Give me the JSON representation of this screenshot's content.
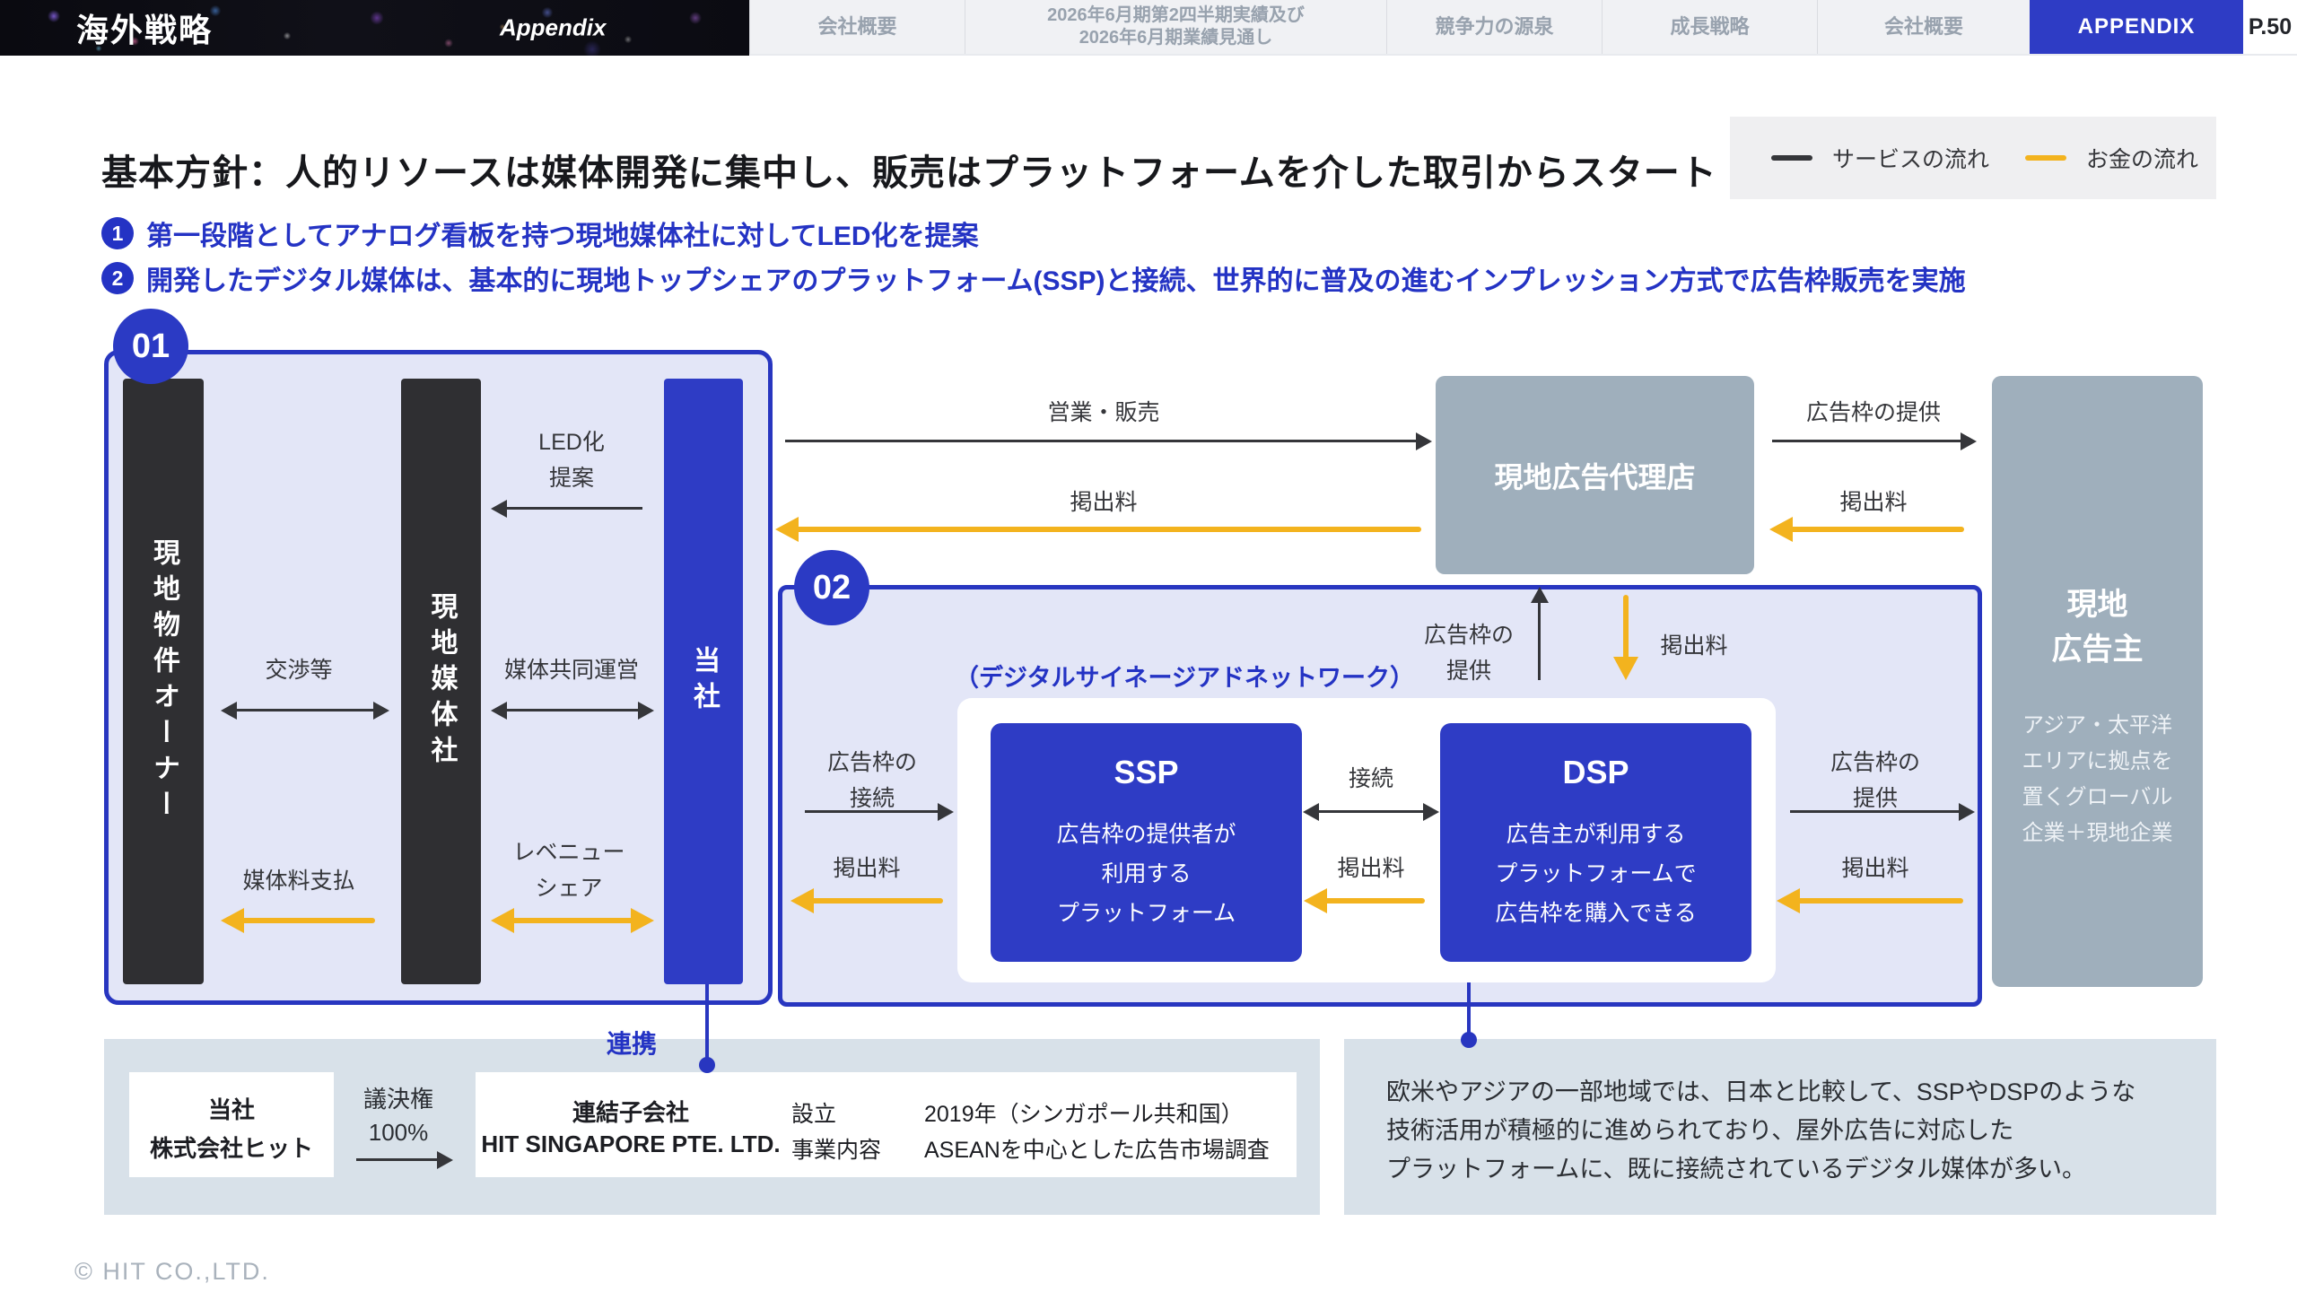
{
  "header": {
    "brand": "海外戦略",
    "brand_sub": "Appendix",
    "tabs": [
      {
        "label": "会社概要"
      },
      {
        "label_line1": "2026年6月期第2四半期実績及び",
        "label_line2": "2026年6月期業績見通し"
      },
      {
        "label": "競争力の源泉"
      },
      {
        "label": "成長戦略"
      },
      {
        "label": "会社概要"
      },
      {
        "label": "APPENDIX",
        "active": true
      }
    ],
    "page": "P.50"
  },
  "title": "基本方針：人的リソースは媒体開発に集中し、販売はプラットフォームを介した取引からスタート",
  "bullets": [
    {
      "num": "1",
      "text": "第一段階としてアナログ看板を持つ現地媒体社に対してLED化を提案"
    },
    {
      "num": "2",
      "text": "開発したデジタル媒体は、基本的に現地トップシェアのプラットフォーム(SSP)と接続、世界的に普及の進むインプレッション方式で広告枠販売を実施"
    }
  ],
  "legend": {
    "service": "サービスの流れ",
    "money": "お金の流れ"
  },
  "diagram": {
    "badge01": "01",
    "badge02": "02",
    "box01": {
      "owner": "現地物件オーナー",
      "media": "現地媒体社",
      "us": "当社",
      "led1": "LED化",
      "led2": "提案",
      "negotiation": "交渉等",
      "co_op": "媒体共同運営",
      "media_fee": "媒体料支払",
      "revenue1": "レベニュー",
      "revenue2": "シェア"
    },
    "mid": {
      "sales": "営業・販売",
      "fee_left": "掲出料",
      "agency": "現地広告代理店",
      "provide": "広告枠の提供",
      "fee_right": "掲出料"
    },
    "advertiser": {
      "title1": "現地",
      "title2": "広告主",
      "desc": [
        "アジア・太平洋",
        "エリアに拠点を",
        "置くグローバル",
        "企業＋現地企業"
      ]
    },
    "box02": {
      "network": "（デジタルサイネージアドネットワーク）",
      "up1": "広告枠の",
      "up2": "提供",
      "fee_down": "掲出料",
      "left1": "広告枠の",
      "left2": "接続",
      "fee_in_left": "掲出料",
      "ssp": {
        "title": "SSP",
        "lines": [
          "広告枠の提供者が",
          "利用する",
          "プラットフォーム"
        ]
      },
      "connect": "接続",
      "fee_mid": "掲出料",
      "dsp": {
        "title": "DSP",
        "lines": [
          "広告主が利用する",
          "プラットフォームで",
          "広告枠を購入できる"
        ]
      },
      "right1": "広告枠の",
      "right2": "提供",
      "fee_out_right": "掲出料"
    },
    "partnership": "連携",
    "company": {
      "us1": "当社",
      "us2": "株式会社ヒット",
      "voting1": "議決権",
      "voting2": "100%",
      "sub1": "連結子会社",
      "sub2": "HIT SINGAPORE PTE. LTD.",
      "k1": "設立",
      "v1": "2019年（シンガポール共和国）",
      "k2": "事業内容",
      "v2": "ASEANを中心とした広告市場調査"
    },
    "note": [
      "欧米やアジアの一部地域では、日本と比較して、SSPやDSPのような",
      "技術活用が積極的に進められており、屋外広告に対応した",
      "プラットフォームに、既に接続されているデジタル媒体が多い。"
    ]
  },
  "footer": "© HIT CO.,LTD.",
  "colors": {
    "accent_blue": "#2e3cc5",
    "border_blue": "#2836c0",
    "bullet_blue": "#2433c4",
    "money_yellow": "#f3b31e",
    "service_dark": "#35363a",
    "bar_dark": "#2f2f32",
    "entity_gray": "#9fafbc",
    "box_fill": "#e3e6f7",
    "panel_fill": "#d8e1e9"
  }
}
